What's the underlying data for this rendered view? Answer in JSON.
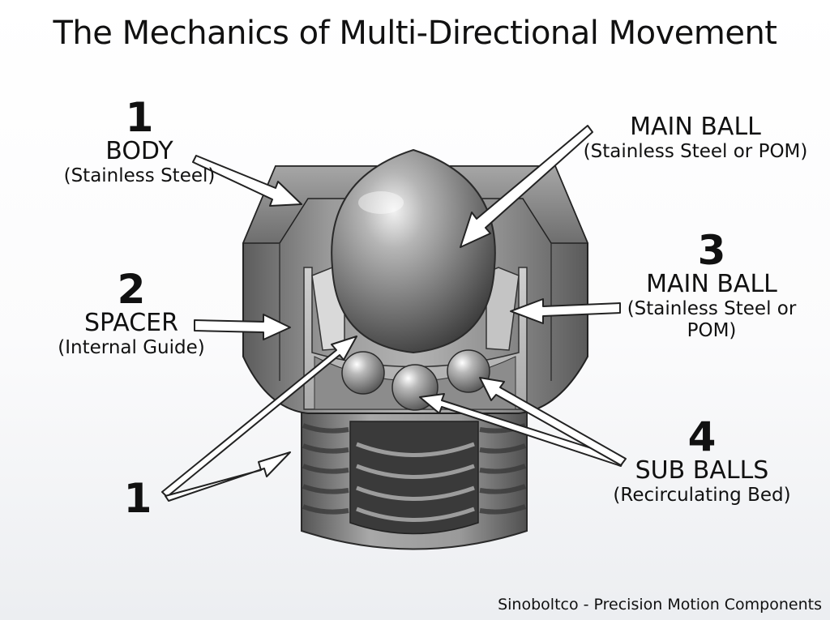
{
  "title": "The Mechanics of Multi-Directional Movement",
  "labels": {
    "body": {
      "number": "1",
      "name": "BODY",
      "sub": "(Stainless Steel)"
    },
    "spacer": {
      "number": "2",
      "name": "SPACER",
      "sub": "(Internal Guide)"
    },
    "body_lower": {
      "number": "1"
    },
    "main_ball_top": {
      "name": "MAIN BALL",
      "sub": "(Stainless Steel or POM)"
    },
    "main_ball_3": {
      "number": "3",
      "name": "MAIN BALL",
      "sub_line1": "(Stainless Steel or",
      "sub_line2": "POM)"
    },
    "sub_balls": {
      "number": "4",
      "name": "SUB BALLS",
      "sub": "(Recirculating Bed)"
    }
  },
  "footer": "Sinoboltco - Precision Motion Components",
  "colors": {
    "steel_dark": "#4a4a4a",
    "steel_mid": "#8a8a8a",
    "steel_light": "#d6d6d6",
    "arrow_fill": "#ffffff",
    "arrow_stroke": "#222222"
  }
}
